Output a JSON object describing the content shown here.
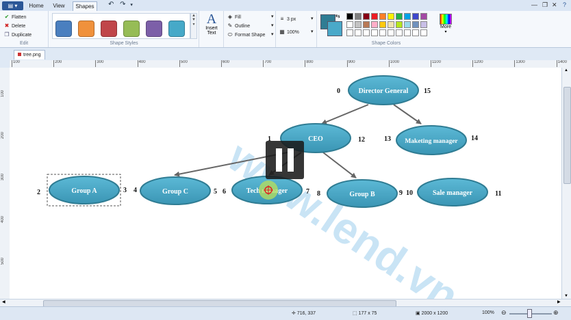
{
  "tabs": {
    "file": "",
    "home": "Home",
    "view": "View",
    "shapes": "Shapes"
  },
  "ribbon": {
    "edit": {
      "flatten": "Flatten",
      "delete": "Delete",
      "duplicate": "Duplicate",
      "label": "Edit"
    },
    "shape_styles": {
      "label": "Shape Styles",
      "colors": [
        "#4a7fbf",
        "#f0913c",
        "#c0464a",
        "#96bc56",
        "#7c5fa8",
        "#46a9c8"
      ]
    },
    "insert_text": {
      "line1": "Insert",
      "line2": "Text"
    },
    "format": {
      "fill": "Fill",
      "outline": "Outline",
      "format_shape": "Format Shape"
    },
    "line": {
      "width": "3 px",
      "opacity": "100%"
    },
    "shape_colors": {
      "label": "Shape Colors",
      "primary": "#2f7c93",
      "secondary": "#4aa9c9",
      "palette_row1": [
        "#000000",
        "#7f7f7f",
        "#880015",
        "#ed1c24",
        "#ff7f27",
        "#fff200",
        "#22b14c",
        "#00a2e8",
        "#3f48cc",
        "#a349a4"
      ],
      "palette_row2": [
        "#ffffff",
        "#c3c3c3",
        "#b97a57",
        "#ffaec9",
        "#ffc90e",
        "#efe4b0",
        "#b5e61d",
        "#99d9ea",
        "#7092be",
        "#c8bfe7"
      ],
      "palette_row3": [
        "#ffffff",
        "#ffffff",
        "#ffffff",
        "#ffffff",
        "#ffffff",
        "#ffffff",
        "#ffffff",
        "#ffffff",
        "#ffffff",
        "#ffffff"
      ],
      "more": "More"
    }
  },
  "file_tab": "tree.png",
  "ruler": {
    "h": [
      "100",
      "200",
      "300",
      "400",
      "500",
      "600",
      "700",
      "800",
      "900",
      "1000",
      "1100",
      "1200",
      "1300",
      "1400"
    ],
    "v": [
      "100",
      "200",
      "300",
      "400",
      "500"
    ]
  },
  "diagram": {
    "nodes": {
      "director": "Director General",
      "ceo": "CEO",
      "marketing": "Maketing manager",
      "group_a": "Group A",
      "group_c": "Group C",
      "tech": "Tech manager",
      "group_b": "Group B",
      "sale": "Sale manager"
    },
    "numbers": [
      "0",
      "15",
      "1",
      "12",
      "13",
      "14",
      "2",
      "3",
      "4",
      "5",
      "6",
      "7",
      "8",
      "9",
      "10",
      "11"
    ],
    "node_color": "#4aa9c9",
    "watermark": "www.lend.vn"
  },
  "status": {
    "cursor": "716, 337",
    "selection": "177 x 75",
    "image_size": "2000 x 1200",
    "zoom": "100%"
  }
}
